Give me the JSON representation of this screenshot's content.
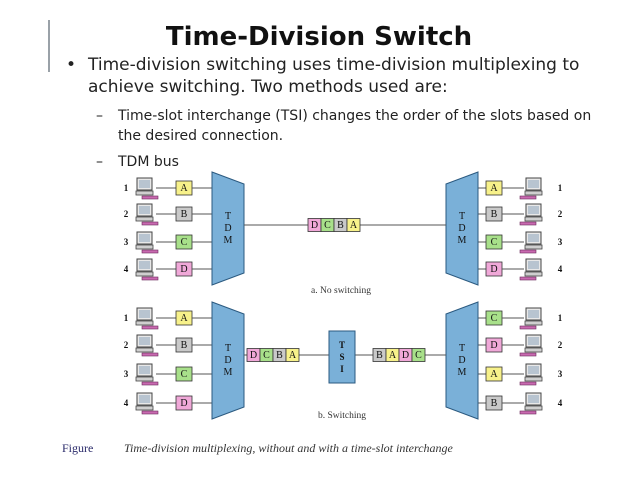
{
  "slide": {
    "title": "Time-Division Switch",
    "bullet": "Time-division switching uses time-division multiplexing to achieve switching. Two methods used are:",
    "sub_bullets": [
      "Time-slot interchange (TSI) changes the order of the slots based on the desired connection.",
      "TDM bus"
    ],
    "bullet_mark": "•",
    "dash_mark": "–"
  },
  "diagram": {
    "top": {
      "caption": "a. No switching",
      "left_slots": [
        "A",
        "B",
        "C",
        "D"
      ],
      "right_slots": [
        "A",
        "B",
        "C",
        "D"
      ],
      "frame": [
        "D",
        "C",
        "B",
        "A"
      ]
    },
    "bottom": {
      "caption": "b. Switching",
      "left_slots": [
        "A",
        "B",
        "C",
        "D"
      ],
      "right_slots": [
        "C",
        "D",
        "A",
        "B"
      ],
      "frame_in": [
        "D",
        "C",
        "B",
        "A"
      ],
      "frame_out": [
        "B",
        "A",
        "D",
        "C"
      ]
    },
    "device_numbers": [
      "1",
      "2",
      "3",
      "4"
    ],
    "mux_letters": [
      "T",
      "D",
      "M"
    ],
    "tsi_letters": [
      "T",
      "S",
      "I"
    ],
    "slot_colors": {
      "A": "#f7f18a",
      "B": "#c9c9c9",
      "C": "#a8e08a",
      "D": "#f0a8d8"
    }
  },
  "figure_caption": {
    "label": "Figure",
    "text": "Time-division multiplexing, without and with a time-slot interchange"
  }
}
